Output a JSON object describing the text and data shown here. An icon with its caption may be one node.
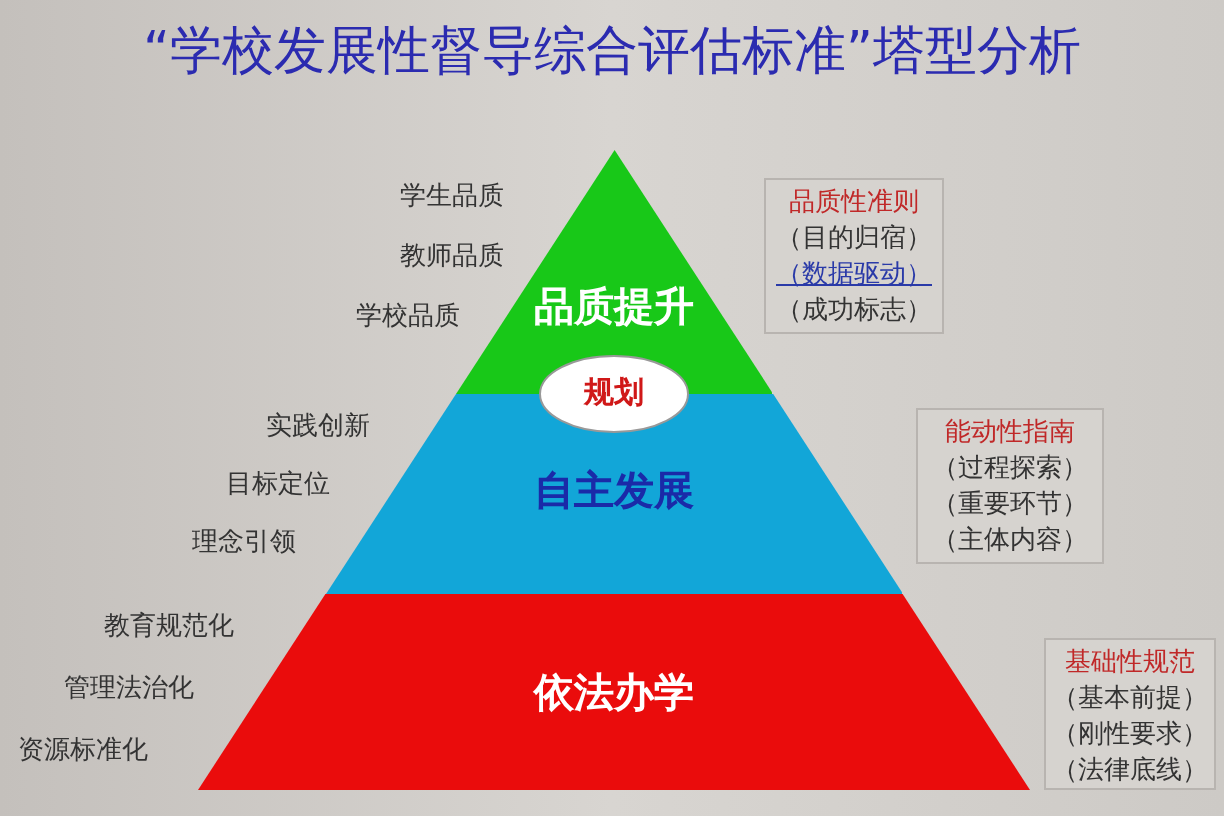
{
  "diagram": {
    "title": "“学校发展性督导综合评估标准”塔型分析",
    "nodes": [
      {
        "text": [
          "品质提升"
        ]
      },
      {
        "text": [
          "规划"
        ]
      },
      {
        "text": [
          "自主发展"
        ]
      },
      {
        "text": [
          "依法办学"
        ]
      },
      {
        "text": [
          "品质性准则",
          "（目的归宿）",
          "（数据驱动）",
          "（成功标志）"
        ]
      },
      {
        "text": [
          "能动性指南",
          "（过程探索）",
          "（重要环节）",
          "（主体内容）"
        ]
      },
      {
        "text": [
          "基础性规范",
          "（基本前提）",
          "（刚性要求）",
          "（法律底线）"
        ]
      }
    ],
    "labels": [
      "学生品质",
      "教师品质",
      "学校品质",
      "实践创新",
      "目标定位",
      "理念引领",
      "教育规范化",
      "管理法治化",
      "资源标准化"
    ]
  }
}
